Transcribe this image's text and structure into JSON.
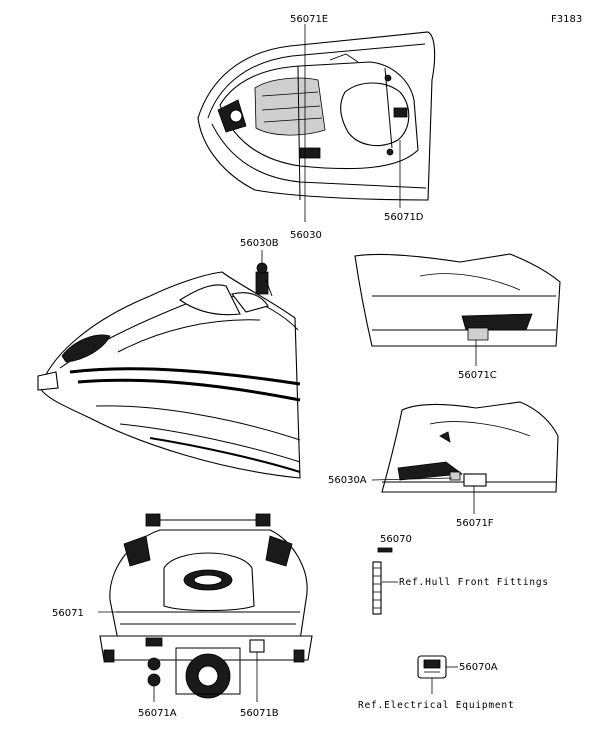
{
  "figure_code": "F3183",
  "parts": {
    "p56071E": "56071E",
    "p56030": "56030",
    "p56071D": "56071D",
    "p56030B": "56030B",
    "p56071C": "56071C",
    "p56030A": "56030A",
    "p56071F": "56071F",
    "p56070": "56070",
    "p56071": "56071",
    "p56071A": "56071A",
    "p56071B": "56071B",
    "p56070A": "56070A"
  },
  "refs": {
    "hull_front_fittings": "Ref.Hull Front Fittings",
    "electrical_equipment": "Ref.Electrical Equipment"
  }
}
